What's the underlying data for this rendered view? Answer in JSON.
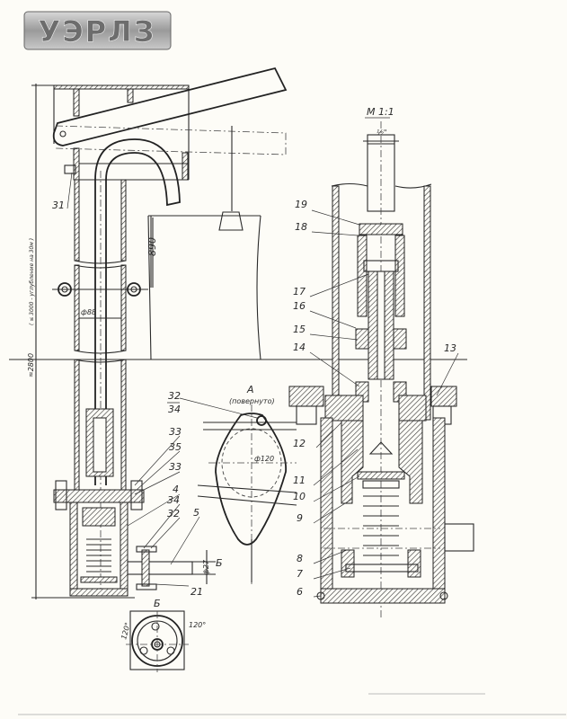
{
  "logo": {
    "text": "УЭРЛЗ"
  },
  "drawing": {
    "scale_label": "М 1:1",
    "pipe_size": "½\"",
    "detail_a": {
      "title": "А",
      "subtitle": "(повернуто)",
      "diameter": "ф120",
      "callout_top": "32",
      "callout_bottom": "34"
    },
    "view_b": {
      "title": "Б",
      "angle_right": "120°",
      "angle_left": "120°"
    },
    "dimensions": {
      "total_height": "≈2800",
      "depth_note": "( ≤ 3000 - углубление на 30м )",
      "height_890": "890",
      "pipe_dia": "ф88",
      "outlet_dia": "ф27",
      "section_mark": "Б"
    },
    "left_callouts": [
      "31",
      "33",
      "35",
      "33",
      "4",
      "34",
      "32",
      "5",
      "21"
    ],
    "right_callouts": [
      "19",
      "18",
      "17",
      "16",
      "15",
      "14",
      "13",
      "12",
      "11",
      "10",
      "9",
      "8",
      "7",
      "6"
    ]
  }
}
